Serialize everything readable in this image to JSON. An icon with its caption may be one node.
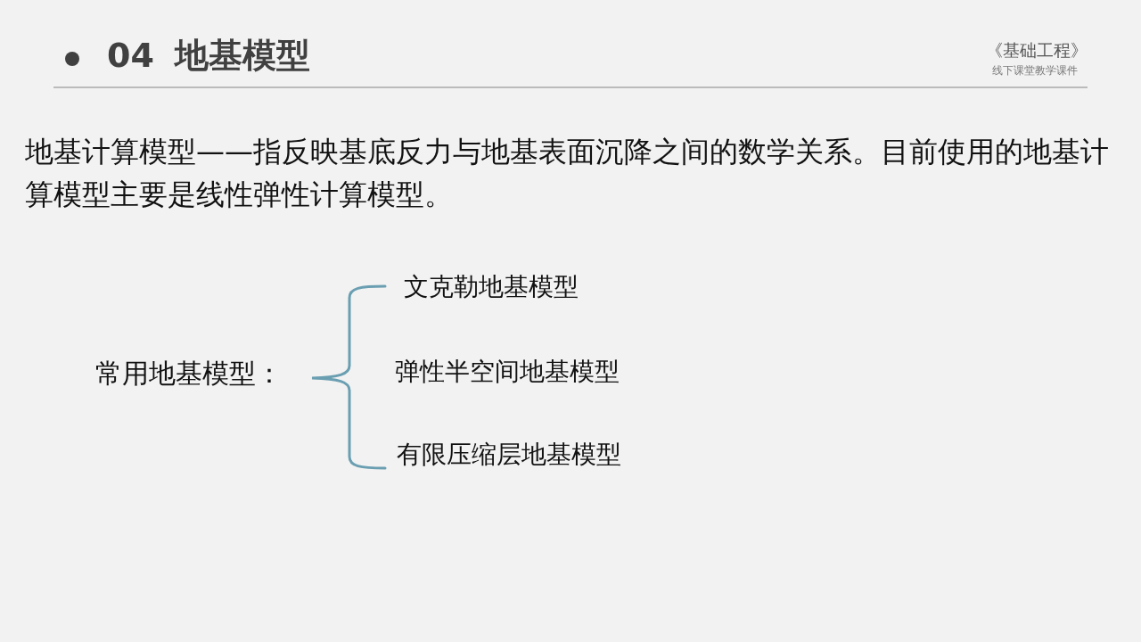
{
  "diagram": {
    "title": "04 地基模型",
    "labels": [
      "《基础工程》",
      "线下课堂教学课件",
      "地基计算模型——指反映基底反力与地基表面沉降之间的数学关系。目前使用的地基计算模型主要是线性弹性计算模型。",
      "常用地基模型：",
      "文克勒地基模型",
      "弹性半空间地基模型",
      "有限压缩层地基模型"
    ]
  }
}
